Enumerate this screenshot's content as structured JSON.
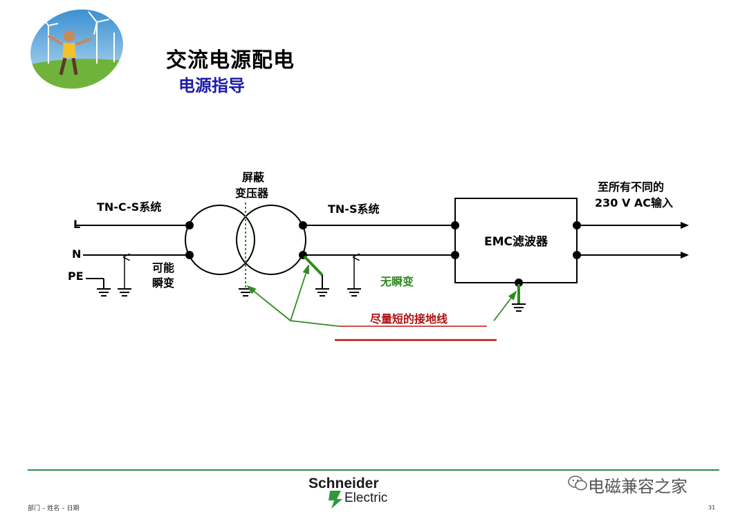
{
  "header": {
    "title": "交流电源配电",
    "subtitle": "电源指导"
  },
  "diagram": {
    "labels": {
      "tn_c_s": "TN-C-S系统",
      "l": "L",
      "n": "N",
      "pe": "PE",
      "transient_line1": "可能",
      "transient_line2": "瞬变",
      "shield_line1": "屏蔽",
      "shield_line2": "变压器",
      "tn_s": "TN-S系统",
      "no_transient": "无瞬变",
      "emc_filter": "EMC滤波器",
      "output_line1": "至所有不同的",
      "output_line2": "230 V AC输入",
      "short_ground": "尽量短的接地线"
    },
    "colors": {
      "wire": "#000000",
      "green_arrow": "#2e8b1e",
      "red_line": "#c01010",
      "subtitle": "#1a1aa8"
    }
  },
  "footer": {
    "left_text": "部门 – 姓名 – 日期",
    "page_number": "31",
    "brand_line1": "Schneider",
    "brand_line2": "Electric",
    "watermark": "电磁兼容之家"
  },
  "icons": [
    "logo-photo",
    "ground-icon",
    "arrow-icon",
    "schneider-logo-icon",
    "wechat-icon"
  ]
}
